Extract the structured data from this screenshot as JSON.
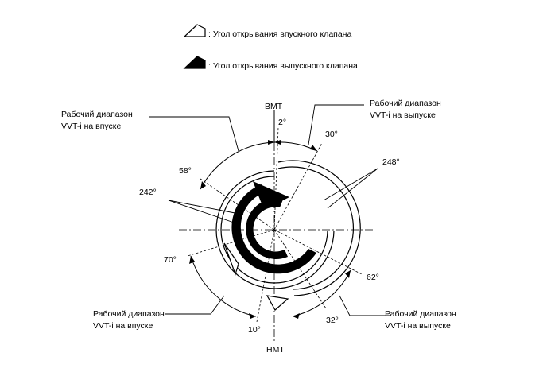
{
  "legend": {
    "intake_label": ": Угол открывания впускного клапана",
    "exhaust_label": ": Угол открывания выпускного клапана"
  },
  "labels": {
    "tdc": "ВМТ",
    "bdc": "НМТ",
    "intake_range_top_line1": "Рабочий диапазон",
    "intake_range_top_line2": "VVT-i на впуске",
    "exhaust_range_top_line1": "Рабочий диапазон",
    "exhaust_range_top_line2": "VVT-i на выпуске",
    "intake_range_bottom_line1": "Рабочий диапазон",
    "intake_range_bottom_line2": "VVT-i на впуске",
    "exhaust_range_bottom_line1": "Рабочий диапазон",
    "exhaust_range_bottom_line2": "VVT-i на выпуске"
  },
  "angles": {
    "a2": "2°",
    "a30": "30°",
    "a58": "58°",
    "a242": "242°",
    "a248": "248°",
    "a70": "70°",
    "a62": "62°",
    "a10": "10°",
    "a32": "32°"
  },
  "icons": {
    "intake_legend_icon": "outline-arrow-icon",
    "exhaust_legend_icon": "filled-arrow-icon"
  }
}
